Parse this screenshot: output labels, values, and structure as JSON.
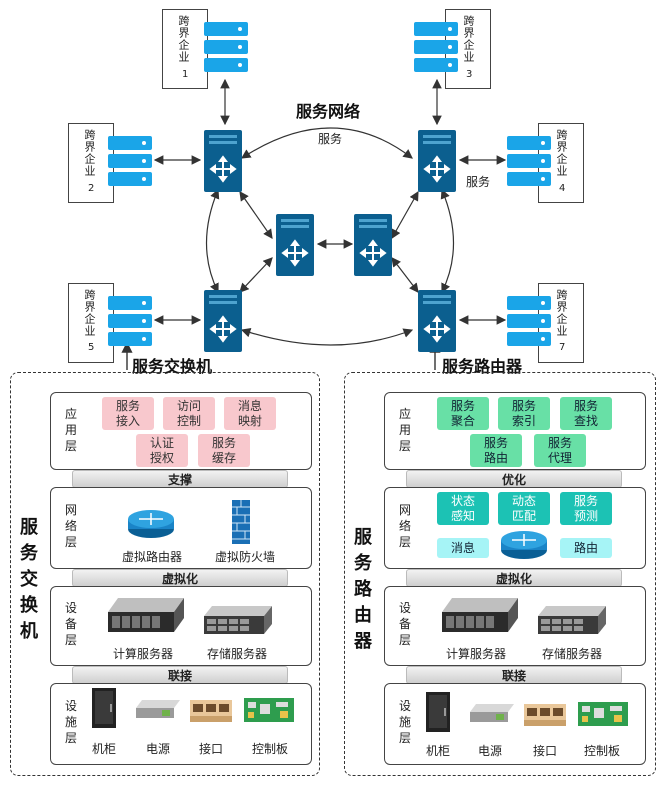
{
  "network": {
    "title": "服务网络",
    "service_label": "服务",
    "enterprise_label": "跨界企业",
    "enterprises": [
      "1",
      "2",
      "3",
      "4",
      "5",
      "7"
    ],
    "switch_label": "服务交换机",
    "router_label": "服务路由器"
  },
  "left_stack": {
    "side_title": "服务交换机",
    "app": {
      "name": "应用层",
      "chips": [
        "服务\n接入",
        "访问\n控制",
        "消息\n映射",
        "认证\n授权",
        "服务\n缓存"
      ]
    },
    "bar1": "支撑",
    "net": {
      "name": "网络层",
      "items": [
        "虚拟路由器",
        "虚拟防火墙"
      ]
    },
    "bar2": "虚拟化",
    "dev": {
      "name": "设备层",
      "items": [
        "计算服务器",
        "存储服务器"
      ]
    },
    "bar3": "联接",
    "fac": {
      "name": "设施层",
      "items": [
        "机柜",
        "电源",
        "接口",
        "控制板"
      ]
    }
  },
  "right_stack": {
    "side_title": "服务路由器",
    "app": {
      "name": "应用层",
      "chips": [
        "服务\n聚合",
        "服务\n索引",
        "服务\n查找",
        "服务\n路由",
        "服务\n代理"
      ]
    },
    "bar1": "优化",
    "net": {
      "name": "网络层",
      "chips": [
        "状态\n感知",
        "动态\n匹配",
        "服务\n预测",
        "消息",
        "路由"
      ]
    },
    "bar2": "虚拟化",
    "dev": {
      "name": "设备层",
      "items": [
        "计算服务器",
        "存储服务器"
      ]
    },
    "bar3": "联接",
    "fac": {
      "name": "设施层",
      "items": [
        "机柜",
        "电源",
        "接口",
        "控制板"
      ]
    }
  },
  "colors": {
    "server_blue": "#1aa5e8",
    "switch_navy": "#0b5f8f",
    "pink": "#f8c8cd",
    "green": "#68e0a6",
    "teal": "#1cc2b4",
    "cyan": "#a6f4f6"
  }
}
